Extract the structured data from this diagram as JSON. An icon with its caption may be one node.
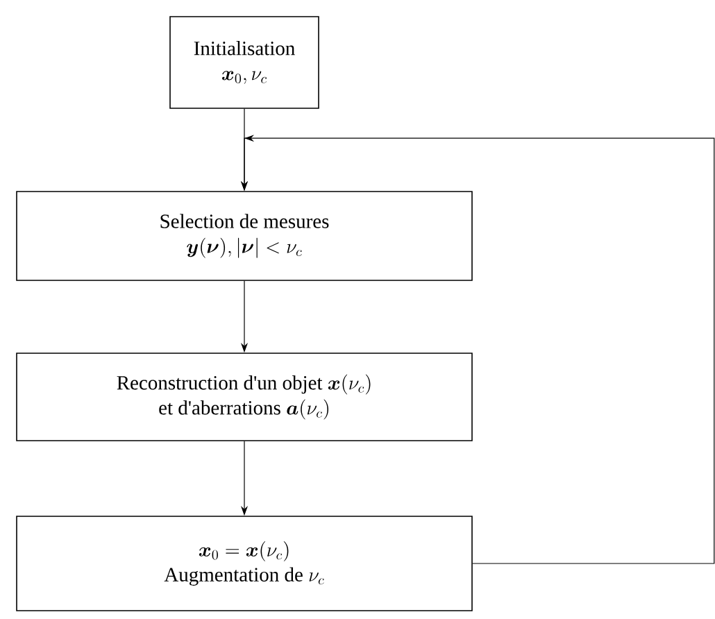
{
  "diagram": {
    "nodes": [
      {
        "text": [
          "Initialisation",
          "\\boldsymbol{x}_0, \\nu_c"
        ]
      },
      {
        "text": [
          "Selection de mesures",
          "\\boldsymbol{y}(\\boldsymbol{\\nu}), |\\boldsymbol{\\nu}| < \\nu_c"
        ]
      },
      {
        "text": [
          "Reconstruction d'un objet",
          "\\boldsymbol{x}(\\nu_c)",
          "et d'aberrations",
          "\\boldsymbol{a}(\\nu_c)"
        ]
      },
      {
        "text": [
          "\\boldsymbol{x}_0 = \\boldsymbol{x}(\\nu_c)",
          "Augmentation de",
          "\\nu_c"
        ]
      }
    ],
    "edges": [
      {
        "from": 0,
        "to": 1,
        "arrow": "to"
      },
      {
        "from": 1,
        "to": 2,
        "arrow": "to"
      },
      {
        "from": 2,
        "to": 3,
        "arrow": "to"
      },
      {
        "from": 3,
        "to": 1,
        "arrow": "to"
      }
    ]
  }
}
